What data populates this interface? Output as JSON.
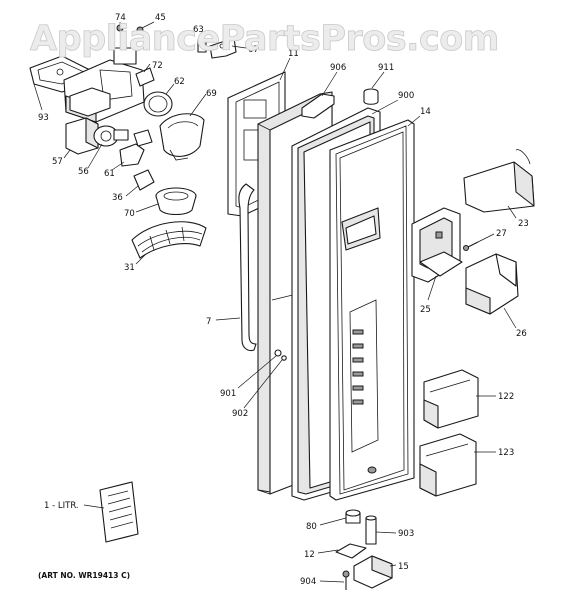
{
  "watermark": "AppliancePartsPros.com",
  "art_number": "(ART NO. WR19413 C)",
  "callouts": {
    "c74": "74",
    "c45": "45",
    "c63": "63",
    "c67": "67",
    "c11": "11",
    "c906": "906",
    "c911": "911",
    "c900": "900",
    "c14": "14",
    "c93": "93",
    "c72": "72",
    "c62": "62",
    "c69": "69",
    "c57": "57",
    "c56": "56",
    "c61": "61",
    "c36": "36",
    "c70": "70",
    "c31": "31",
    "c7": "7",
    "c901": "901",
    "c902": "902",
    "c23": "23",
    "c27": "27",
    "c25": "25",
    "c26": "26",
    "c122": "122",
    "c123": "123",
    "c1litr": "1 - LITR.",
    "c80": "80",
    "c903": "903",
    "c12": "12",
    "c15": "15",
    "c904": "904"
  }
}
